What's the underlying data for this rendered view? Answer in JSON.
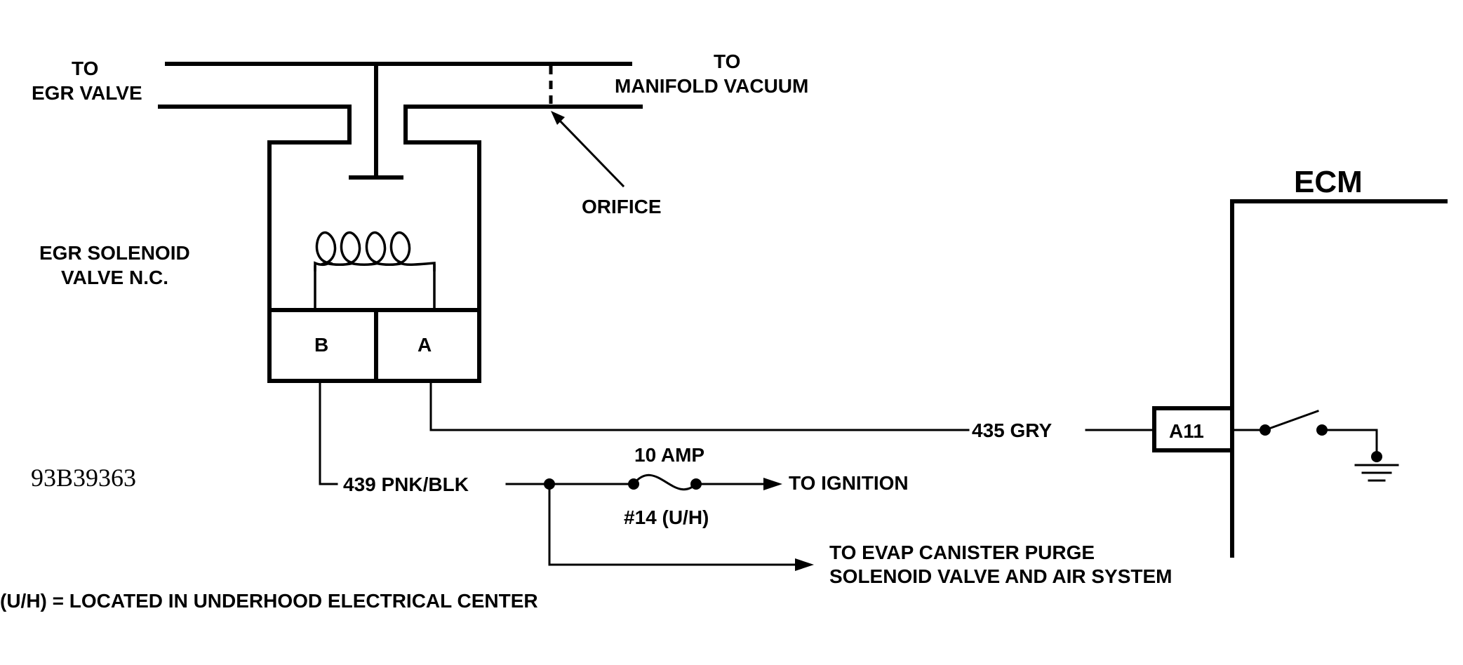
{
  "labels": {
    "to_egr_line1": "TO",
    "to_egr_line2": "EGR  VALVE",
    "to_manifold_line1": "TO",
    "to_manifold_line2": "MANIFOLD  VACUUM",
    "orifice": "ORIFICE",
    "ecm": "ECM",
    "solenoid_line1": "EGR SOLENOID",
    "solenoid_line2": "VALVE N.C.",
    "terminal_b": "B",
    "terminal_a": "A",
    "wire_435": "435 GRY",
    "terminal_a11": "A11",
    "figure_id": "93B39363",
    "wire_439": "439 PNK/BLK",
    "fuse_rating": "10 AMP",
    "to_ignition": "TO IGNITION",
    "fuse_location": "#14 (U/H)",
    "to_evap_line1": "TO EVAP CANISTER PURGE",
    "to_evap_line2": "SOLENOID VALVE AND AIR SYSTEM",
    "legend_uh": "(U/H) =  LOCATED IN UNDERHOOD ELECTRICAL CENTER"
  }
}
